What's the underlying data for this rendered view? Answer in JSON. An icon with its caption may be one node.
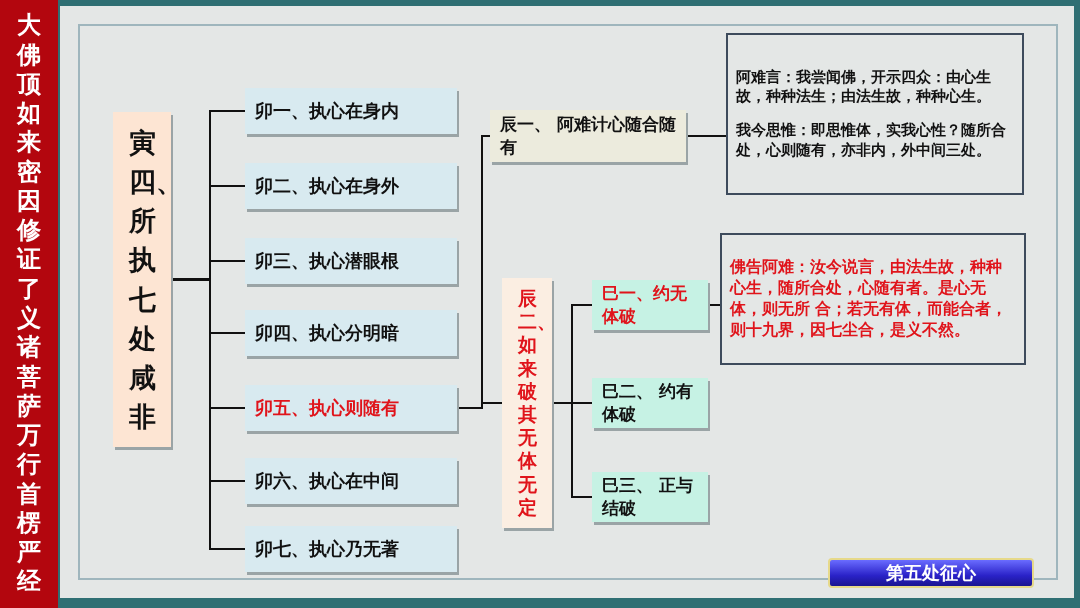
{
  "diagram": {
    "title": "大佛顶如来密因修证了义诸菩萨万行首楞严经",
    "nodes": [
      {
        "text": [
          "寅四、所执七处咸非"
        ]
      },
      {
        "text": [
          "卯一、执心在身内"
        ]
      },
      {
        "text": [
          "卯二、执心在身外"
        ]
      },
      {
        "text": [
          "卯三、执心潜眼根"
        ]
      },
      {
        "text": [
          "卯四、执心分明暗"
        ]
      },
      {
        "text": [
          "卯五、执心则随有"
        ]
      },
      {
        "text": [
          "卯六、执心在中间"
        ]
      },
      {
        "text": [
          "卯七、执心乃无著"
        ]
      },
      {
        "text": [
          "辰一、 阿难计心随合随有"
        ]
      },
      {
        "text": [
          "辰二、如来破其无体无定"
        ]
      },
      {
        "text": [
          "巳一、约无体破"
        ]
      },
      {
        "text": [
          "巳二、 约有体破"
        ]
      },
      {
        "text": [
          "巳三、 正与结破"
        ]
      },
      {
        "text": [
          "阿难言：我尝闻佛，开示四众：由心生故，种种法生；由法生故，种种心生。",
          "我今思惟：即思惟体，实我心性？随所合处，心则随有，亦非内，外中间三处。"
        ]
      },
      {
        "text": [
          "佛告阿难：汝今说言，由法生故，种种心生，随所合处，心随有者。是心无体，则无所 合；若无有体，而能合者，则十九界，因七尘合，是义不然。"
        ]
      }
    ],
    "edges": [
      {
        "from": 0,
        "to": 1,
        "arrow": "none"
      },
      {
        "from": 0,
        "to": 2,
        "arrow": "none"
      },
      {
        "from": 0,
        "to": 3,
        "arrow": "none"
      },
      {
        "from": 0,
        "to": 4,
        "arrow": "none"
      },
      {
        "from": 0,
        "to": 5,
        "arrow": "none"
      },
      {
        "from": 0,
        "to": 6,
        "arrow": "none"
      },
      {
        "from": 0,
        "to": 7,
        "arrow": "none"
      },
      {
        "from": 5,
        "to": 8,
        "arrow": "none"
      },
      {
        "from": 5,
        "to": 9,
        "arrow": "none"
      },
      {
        "from": 8,
        "to": 13,
        "arrow": "none"
      },
      {
        "from": 9,
        "to": 10,
        "arrow": "none"
      },
      {
        "from": 9,
        "to": 11,
        "arrow": "none"
      },
      {
        "from": 9,
        "to": 12,
        "arrow": "none"
      },
      {
        "from": 10,
        "to": 14,
        "arrow": "none"
      }
    ],
    "labels": [
      "第五处征心"
    ]
  }
}
